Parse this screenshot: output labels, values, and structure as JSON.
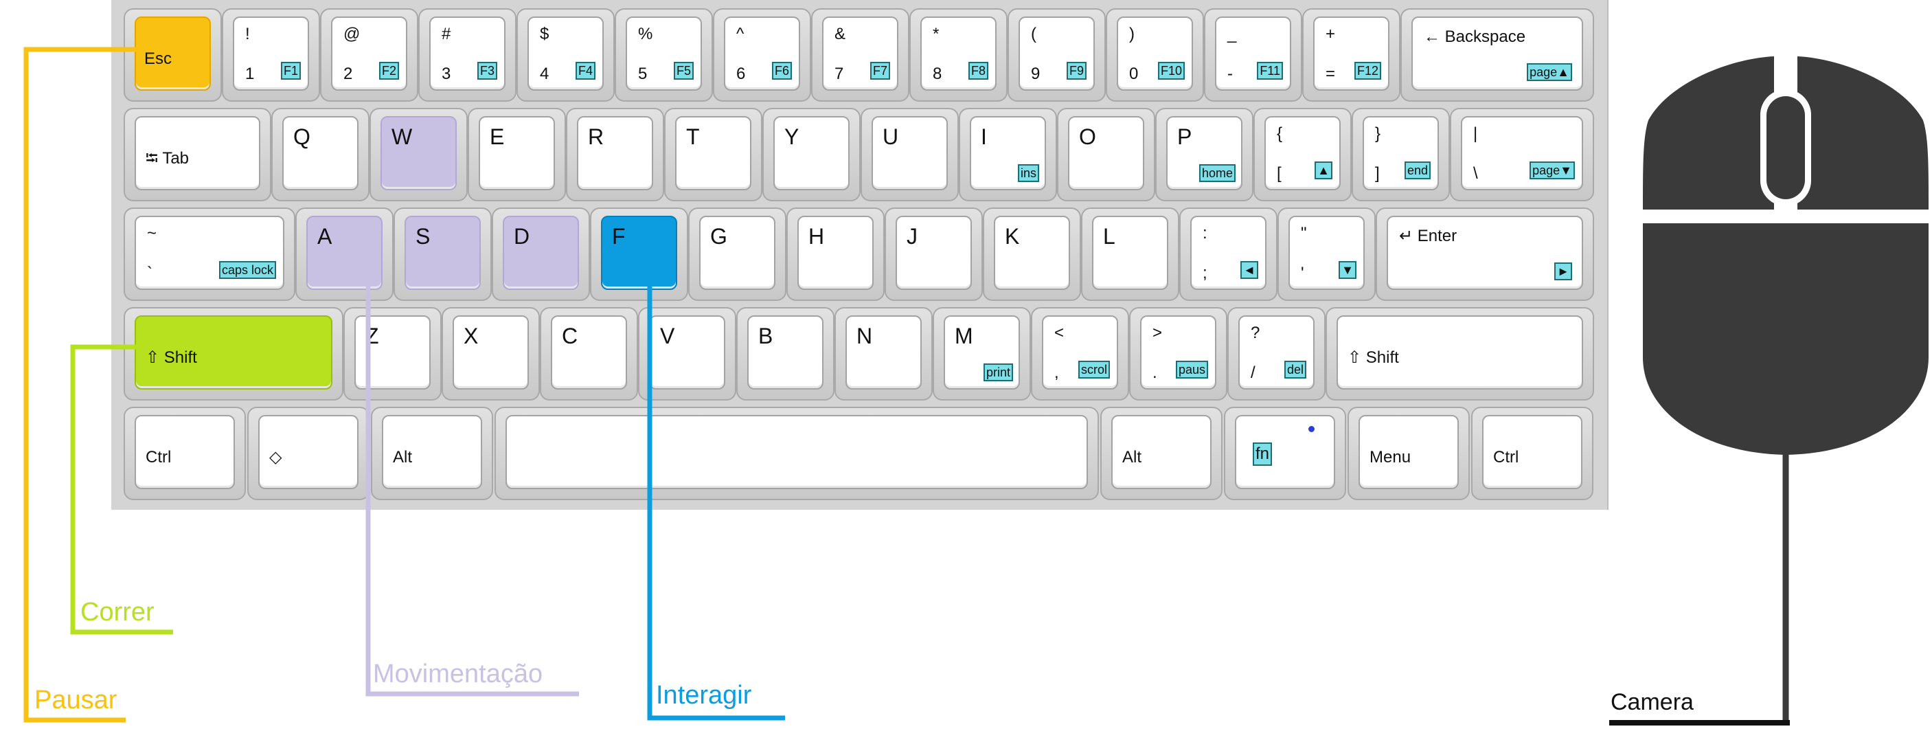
{
  "keyboard": {
    "row1": {
      "esc": "Esc",
      "k1": {
        "top": "!",
        "bottom": "1",
        "fn": "F1"
      },
      "k2": {
        "top": "@",
        "bottom": "2",
        "fn": "F2"
      },
      "k3": {
        "top": "#",
        "bottom": "3",
        "fn": "F3"
      },
      "k4": {
        "top": "$",
        "bottom": "4",
        "fn": "F4"
      },
      "k5": {
        "top": "%",
        "bottom": "5",
        "fn": "F5"
      },
      "k6": {
        "top": "^",
        "bottom": "6",
        "fn": "F6"
      },
      "k7": {
        "top": "&",
        "bottom": "7",
        "fn": "F7"
      },
      "k8": {
        "top": "*",
        "bottom": "8",
        "fn": "F8"
      },
      "k9": {
        "top": "(",
        "bottom": "9",
        "fn": "F9"
      },
      "k0": {
        "top": ")",
        "bottom": "0",
        "fn": "F10"
      },
      "minus": {
        "top": "_",
        "bottom": "-",
        "fn": "F11"
      },
      "equal": {
        "top": "+",
        "bottom": "=",
        "fn": "F12"
      },
      "backspace": {
        "label": "← Backspace",
        "fn": "page▲"
      }
    },
    "row2": {
      "tab": "⭾ Tab",
      "q": "Q",
      "w": "W",
      "e": "E",
      "r": "R",
      "t": "T",
      "y": "Y",
      "u": "U",
      "i": {
        "label": "I",
        "fn": "ins"
      },
      "o": "O",
      "p": {
        "label": "P",
        "fn": "home"
      },
      "lbrace": {
        "top": "{",
        "bottom": "[",
        "fn": "▲"
      },
      "rbrace": {
        "top": "}",
        "bottom": "]",
        "fn": "end"
      },
      "pipe": {
        "top": "|",
        "bottom": "\\",
        "fn": "page▼"
      }
    },
    "row3": {
      "tilde": {
        "top": "~",
        "bottom": "`",
        "fn": "caps lock"
      },
      "a": "A",
      "s": "S",
      "d": "D",
      "f": "F",
      "g": "G",
      "h": "H",
      "j": "J",
      "k": "K",
      "l": "L",
      "semicolon": {
        "top": ":",
        "bottom": ";",
        "fn": "◄"
      },
      "quote": {
        "top": "\"",
        "bottom": "'",
        "fn": "▼"
      },
      "enter": {
        "label": "↵ Enter",
        "fn": "►"
      }
    },
    "row4": {
      "lshift": "⇧ Shift",
      "z": "Z",
      "x": "X",
      "c": "C",
      "v": "V",
      "b": "B",
      "n": "N",
      "m": {
        "label": "M",
        "fn": "print"
      },
      "comma": {
        "top": "<",
        "bottom": ",",
        "fn": "scrol"
      },
      "period": {
        "top": ">",
        "bottom": ".",
        "fn": "paus"
      },
      "slash": {
        "top": "?",
        "bottom": "/",
        "fn": "del"
      },
      "rshift": "⇧ Shift"
    },
    "row5": {
      "lctrl": "Ctrl",
      "win": "◇",
      "lalt": "Alt",
      "space": "",
      "ralt": "Alt",
      "fn": "fn",
      "menu": "Menu",
      "rctrl": "Ctrl"
    }
  },
  "legend": {
    "pausar": "Pausar",
    "correr": "Correr",
    "movimentacao": "Movimentação",
    "interagir": "Interagir",
    "camera": "Camera"
  },
  "colors": {
    "pausar": "#f9c112",
    "correr": "#b7e01e",
    "movimentacao": "#c9c1e4",
    "interagir": "#0b9de0",
    "camera": "#111111",
    "mouse": "#3a3a3a"
  }
}
